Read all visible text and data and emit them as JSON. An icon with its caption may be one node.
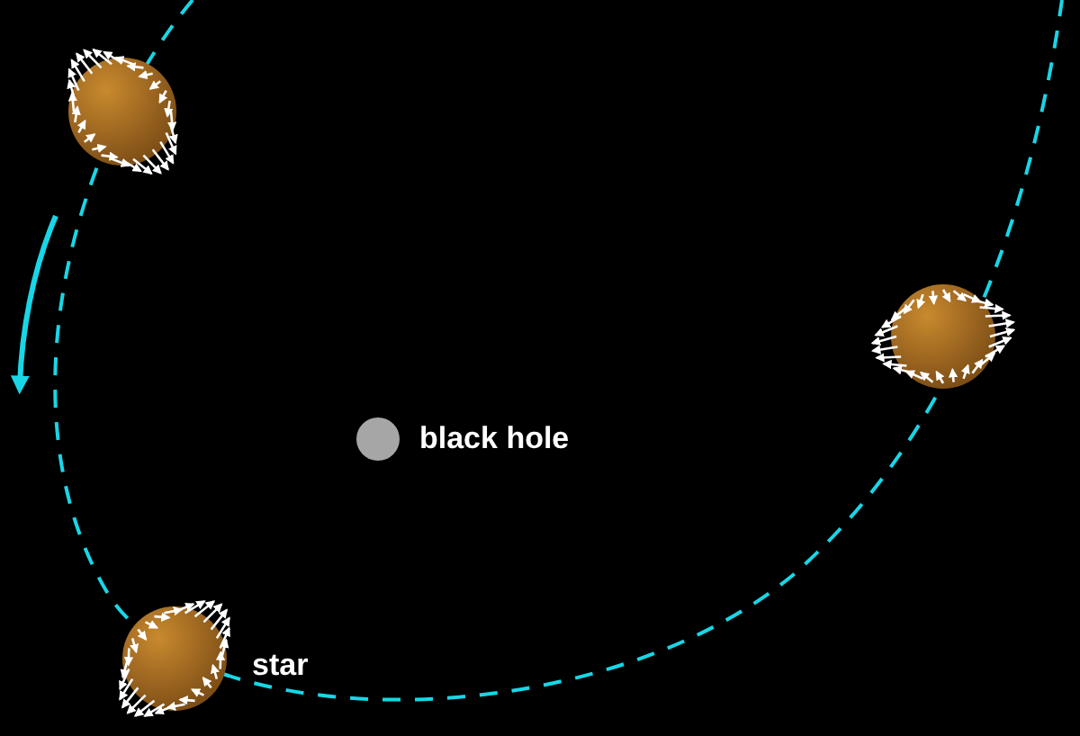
{
  "diagram": {
    "nodes": [
      {
        "text": [],
        "shape": "circle",
        "beside": [
          "black hole"
        ]
      },
      {
        "text": [],
        "shape": "circle"
      },
      {
        "text": [],
        "shape": "circle"
      },
      {
        "text": [],
        "shape": "circle",
        "beside": [
          "star"
        ]
      }
    ]
  }
}
